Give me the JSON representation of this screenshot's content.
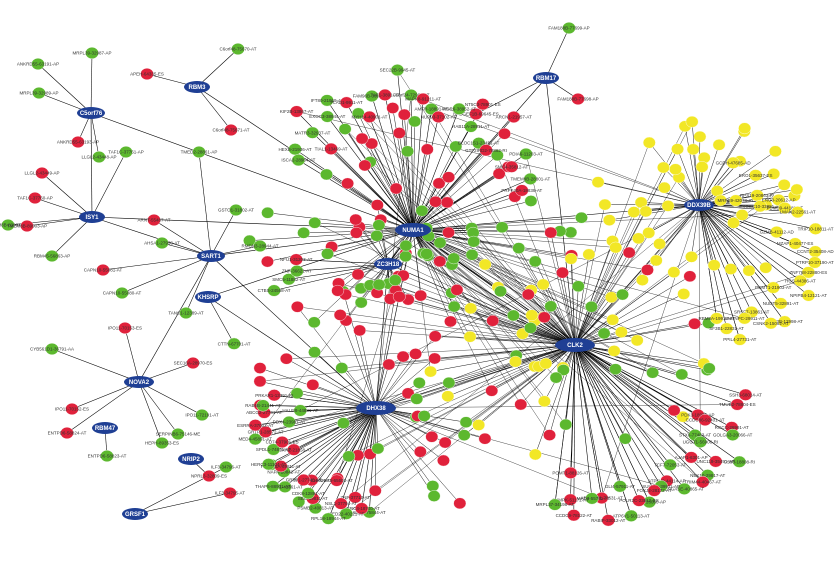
{
  "colors": {
    "hub": "#1f3f94",
    "green": "#5cb82e",
    "red": "#e0213b",
    "yellow": "#f2e726",
    "edge": "#000000",
    "background": "#ffffff"
  },
  "hubs": [
    {
      "id": "NUMA1",
      "label": "NUMA1"
    },
    {
      "id": "CLK2",
      "label": "CLK2"
    },
    {
      "id": "DHX38",
      "label": "DHX38"
    },
    {
      "id": "C5orf76",
      "label": "C5orf76"
    },
    {
      "id": "ISY1",
      "label": "ISY1"
    },
    {
      "id": "RBM3",
      "label": "RBM3"
    },
    {
      "id": "RBM17",
      "label": "RBM17"
    },
    {
      "id": "SART1",
      "label": "SART1"
    },
    {
      "id": "ZC3H18",
      "label": "ZC3H18"
    },
    {
      "id": "KHSRP",
      "label": "KHSRP"
    },
    {
      "id": "NOVA2",
      "label": "NOVA2"
    },
    {
      "id": "RBM47",
      "label": "RBM47"
    },
    {
      "id": "NRIP2",
      "label": "NRIP2"
    },
    {
      "id": "GRSF1",
      "label": "GRSF1"
    },
    {
      "id": "DDX39B",
      "label": "DDX39B"
    }
  ],
  "nodes": [
    {
      "label": "MRPL39-32987-AP",
      "color": "green",
      "hub": "C5orf76"
    },
    {
      "label": "ANKRD55-63191-AP",
      "color": "green",
      "hub": "C5orf76"
    },
    {
      "label": "MRPL39-32989-AP",
      "color": "green",
      "hub": "C5orf76"
    },
    {
      "label": "ANKRD55-63193-AP",
      "color": "red",
      "hub": "C5orf76"
    },
    {
      "label": "LLGL2-43448-AP",
      "color": "green",
      "hub": "C5orf76"
    },
    {
      "label": "TAF1C-37761-AP",
      "color": "green",
      "hub": "ISY1"
    },
    {
      "label": "TMEM8B-89904-AP",
      "color": "green",
      "hub": "ISY1"
    },
    {
      "label": "LLGL2-43449-AP",
      "color": "red",
      "hub": "ISY1"
    },
    {
      "label": "TAF1C-37760-AP",
      "color": "red",
      "hub": "ISY1"
    },
    {
      "label": "TMEM8B-89903-AP",
      "color": "red",
      "hub": "ISY1"
    },
    {
      "label": "RBM45-56863-AP",
      "color": "green",
      "hub": "ISY1"
    },
    {
      "label": "APEH-64335-ES",
      "color": "red",
      "hub": "RBM3"
    },
    {
      "label": "C6orf48-75670-AT",
      "color": "green",
      "hub": "RBM3"
    },
    {
      "label": "C6orf48-75671-AT",
      "color": "red",
      "hub": "RBM3"
    },
    {
      "label": "FAM188B-77699-AP",
      "color": "green",
      "hub": "RBM17"
    },
    {
      "label": "RASGEF1B-69645-ES",
      "color": "red",
      "hub": "RBM17"
    },
    {
      "label": "FAM188B-77698-AP",
      "color": "red",
      "hub": "RBM17"
    },
    {
      "label": "TMED2-28861-AP",
      "color": "green",
      "hub": "SART1"
    },
    {
      "label": "ARNT-55487-AT",
      "color": "red",
      "hub": "SART1"
    },
    {
      "label": "AHSA1-27958-AT",
      "color": "green",
      "hub": "SART1"
    },
    {
      "label": "CAPN10-55081-AT",
      "color": "red",
      "hub": "SART1"
    },
    {
      "label": "CAPN10-55080-AT",
      "color": "green",
      "hub": "SART1"
    },
    {
      "label": "TANC1-12389-AT",
      "color": "green",
      "hub": "SART1"
    },
    {
      "label": "GSTO1-31802-AT",
      "color": "green",
      "hub": "SART1"
    },
    {
      "label": "RMDN3-28944-AT",
      "color": "green",
      "hub": "SART1"
    },
    {
      "label": "CYB561D1-36791-AA",
      "color": "green",
      "hub": "NOVA2"
    },
    {
      "label": "IPO11-70153-ES",
      "color": "red",
      "hub": "NOVA2"
    },
    {
      "label": "SEC16A-28970-ES",
      "color": "red",
      "hub": "NOVA2"
    },
    {
      "label": "IPO11-70152-ES",
      "color": "red",
      "hub": "NOVA2"
    },
    {
      "label": "ENTPD6-58824-AT",
      "color": "red",
      "hub": "NOVA2"
    },
    {
      "label": "IPO11-72191-AT",
      "color": "green",
      "hub": "NOVA2"
    },
    {
      "label": "SERPINB6-75146-ME",
      "color": "green",
      "hub": "NOVA2"
    },
    {
      "label": "HEPH-89353-ES",
      "color": "green",
      "hub": "NOVA2"
    },
    {
      "label": "ENTPD6-58823-AT",
      "color": "green",
      "hub": "RBM47"
    },
    {
      "label": "NPRL3-32809-ES",
      "color": "red",
      "hub": "NRIP2"
    },
    {
      "label": "ILF3-34796-AT",
      "color": "green",
      "hub": "GRSF1"
    },
    {
      "label": "ILF3-34795-AT",
      "color": "red",
      "hub": "GRSF1"
    },
    {
      "label": "ISCA2-28964-AT",
      "color": "green",
      "hub": "NUMA1"
    },
    {
      "label": "HEXB-21936-AT",
      "color": "green",
      "hub": "NUMA1"
    },
    {
      "label": "TIAL1-13469-AT",
      "color": "red",
      "hub": "NUMA1"
    },
    {
      "label": "MATR3-32937-AT",
      "color": "green",
      "hub": "NUMA1"
    },
    {
      "label": "KIF2B-13867-AT",
      "color": "red",
      "hub": "NUMA1"
    },
    {
      "label": "EXOC3-38944-AT",
      "color": "green",
      "hub": "NUMA1"
    },
    {
      "label": "IFT80-21969-AT",
      "color": "green",
      "hub": "NUMA1"
    },
    {
      "label": "FLAD1-9911-AT",
      "color": "red",
      "hub": "NUMA1"
    },
    {
      "label": "MYH14-40901-AT",
      "color": "red",
      "hub": "NUMA1"
    },
    {
      "label": "FAM96B-36945-AT",
      "color": "green",
      "hub": "NUMA1"
    },
    {
      "label": "TAF1-3891-AT",
      "color": "red",
      "hub": "NUMA1"
    },
    {
      "label": "SEC22B-9945-AT",
      "color": "green",
      "hub": "NUMA1"
    },
    {
      "label": "C5orf24-72964-AT",
      "color": "green",
      "hub": "NUMA1"
    },
    {
      "label": "MAPK8-91211-AT",
      "color": "red",
      "hub": "NUMA1"
    },
    {
      "label": "AMFR-18891-AT",
      "color": "green",
      "hub": "NUMA1"
    },
    {
      "label": "NUP93-37102-AT",
      "color": "red",
      "hub": "NUMA1"
    },
    {
      "label": "WDR6-38952-AT",
      "color": "green",
      "hub": "NUMA1"
    },
    {
      "label": "NT5C3-78901-ES",
      "color": "red",
      "hub": "NUMA1"
    },
    {
      "label": "RAB11A-28911-AT",
      "color": "green",
      "hub": "NUMA1"
    },
    {
      "label": "ARCN1-21957-AT",
      "color": "red",
      "hub": "NUMA1"
    },
    {
      "label": "BLOC1S1-23451-AT",
      "color": "green",
      "hub": "NUMA1"
    },
    {
      "label": "GTF2IRD2-78862-RI",
      "color": "red",
      "hub": "NUMA1"
    },
    {
      "label": "PDIA6-11203-AT",
      "color": "green",
      "hub": "NUMA1"
    },
    {
      "label": "SMC4-35812-AT",
      "color": "red",
      "hub": "NUMA1"
    },
    {
      "label": "TMEM9B-28801-AT",
      "color": "green",
      "hub": "NUMA1"
    },
    {
      "label": "PRPF40A-18839-AT",
      "color": "red",
      "hub": "NUMA1"
    },
    {
      "label": "CTBS-24568-AT",
      "color": "green",
      "hub": "ZC3H18"
    },
    {
      "label": "SMC5-11882-AT",
      "color": "green",
      "hub": "ZC3H18"
    },
    {
      "label": "ZNF-36621-AT",
      "color": "green",
      "hub": "ZC3H18"
    },
    {
      "label": "NFU1-31203-AT",
      "color": "red",
      "hub": "ZC3H18"
    },
    {
      "label": "CTTN-67701-AT",
      "color": "green",
      "hub": "KHSRP"
    },
    {
      "label": "SSR1-75844-AT",
      "color": "green",
      "hub": "DHX38"
    },
    {
      "label": "HERC4-18740-AT",
      "color": "red",
      "hub": "DHX38"
    },
    {
      "label": "ZNF-37713-AT",
      "color": "red",
      "hub": "DHX38"
    },
    {
      "label": "MED22-40221-AT",
      "color": "green",
      "hub": "DHX38"
    },
    {
      "label": "NSL1-37794-AT",
      "color": "red",
      "hub": "DHX38"
    },
    {
      "label": "RPL18-18944-AT",
      "color": "green",
      "hub": "DHX38"
    },
    {
      "label": "UBA5-65503-AT",
      "color": "red",
      "hub": "DHX38"
    },
    {
      "label": "PSMB2-40813-AT",
      "color": "green",
      "hub": "DHX38"
    },
    {
      "label": "SEC-69811-AT",
      "color": "red",
      "hub": "DHX38"
    },
    {
      "label": "CDK8-12891-AT",
      "color": "green",
      "hub": "DHX38"
    },
    {
      "label": "TMOD3-31542-AT",
      "color": "red",
      "hub": "DHX38"
    },
    {
      "label": "GRTP1-27743-AT",
      "color": "red",
      "hub": "DHX38"
    },
    {
      "label": "RAD51-42861-AT",
      "color": "green",
      "hub": "DHX38"
    },
    {
      "label": "THAP5-88901-AT",
      "color": "green",
      "hub": "DHX38"
    },
    {
      "label": "NAPA-20842-AT",
      "color": "green",
      "hub": "DHX38"
    },
    {
      "label": "FAM135A-69811-AT",
      "color": "red",
      "hub": "DHX38"
    },
    {
      "label": "HERC3-11104-AT",
      "color": "green",
      "hub": "DHX38"
    },
    {
      "label": "CDKN2-21858-AT",
      "color": "red",
      "hub": "DHX38"
    },
    {
      "label": "SPDL1-74871-AT",
      "color": "green",
      "hub": "DHX38"
    },
    {
      "label": "CD74-37901-ES",
      "color": "red",
      "hub": "DHX38"
    },
    {
      "label": "MED4-45891-AT",
      "color": "green",
      "hub": "DHX38"
    },
    {
      "label": "GRTP1-28572-AT",
      "color": "red",
      "hub": "DHX38"
    },
    {
      "label": "ESRRA-37002-AT",
      "color": "red",
      "hub": "DHX38"
    },
    {
      "label": "DDX4-23981-AT",
      "color": "green",
      "hub": "DHX38"
    },
    {
      "label": "ABCG2-27701-AT",
      "color": "red",
      "hub": "DHX38"
    },
    {
      "label": "RAB5B-21441-AT",
      "color": "green",
      "hub": "DHX38"
    },
    {
      "label": "HAUS8-44881-AT",
      "color": "green",
      "hub": "DHX38"
    },
    {
      "label": "PRKAR1-13391-RI",
      "color": "red",
      "hub": "DHX38"
    },
    {
      "label": "SSH3-68014-AT",
      "color": "red",
      "hub": "CLK2"
    },
    {
      "label": "TMUB2-78804-ES",
      "color": "red",
      "hub": "CLK2"
    },
    {
      "label": "PDK3-18955-AP",
      "color": "red",
      "hub": "CLK2"
    },
    {
      "label": "CCDC86-92401-AT",
      "color": "red",
      "hub": "CLK2"
    },
    {
      "label": "RGCC-26991-AT",
      "color": "red",
      "hub": "CLK2"
    },
    {
      "label": "GOLGA3-20066-AT",
      "color": "green",
      "hub": "CLK2"
    },
    {
      "label": "STX6-77483-AT",
      "color": "green",
      "hub": "CLK2"
    },
    {
      "label": "UGGT1-56908-RI",
      "color": "green",
      "hub": "CLK2"
    },
    {
      "label": "CStf3-18808-RI",
      "color": "green",
      "hub": "CLK2"
    },
    {
      "label": "UNC119-35491-AP",
      "color": "red",
      "hub": "CLK2"
    },
    {
      "label": "AJAP1-6301-AP",
      "color": "red",
      "hub": "CLK2"
    },
    {
      "label": "NEK10-29817-AT",
      "color": "green",
      "hub": "CLK2"
    },
    {
      "label": "TRIM44-40467-AT",
      "color": "red",
      "hub": "CLK2"
    },
    {
      "label": "TCF7-72053-AT",
      "color": "green",
      "hub": "CLK2"
    },
    {
      "label": "ENGASE-40865-AT",
      "color": "green",
      "hub": "CLK2"
    },
    {
      "label": "ATP6V0-44114-AP",
      "color": "red",
      "hub": "CLK2"
    },
    {
      "label": "SULT1A-39911-AP",
      "color": "green",
      "hub": "CLK2"
    },
    {
      "label": "FOXJ2-28172-AT",
      "color": "red",
      "hub": "CLK2"
    },
    {
      "label": "ACP2-26660-AP",
      "color": "green",
      "hub": "CLK2"
    },
    {
      "label": "POLR2C-23812-ES",
      "color": "red",
      "hub": "CLK2"
    },
    {
      "label": "ATP6V1-50113-AT",
      "color": "green",
      "hub": "CLK2"
    },
    {
      "label": "GLI4-57911-AT",
      "color": "green",
      "hub": "CLK2"
    },
    {
      "label": "RABIF-33012-AT",
      "color": "red",
      "hub": "CLK2"
    },
    {
      "label": "ARHGAP1-77631-AT",
      "color": "red",
      "hub": "CLK2"
    },
    {
      "label": "SMAD3-55781-AT",
      "color": "green",
      "hub": "CLK2"
    },
    {
      "label": "CCDC9-78122-AT",
      "color": "red",
      "hub": "CLK2"
    },
    {
      "label": "SYMPK-51172-AT",
      "color": "red",
      "hub": "CLK2"
    },
    {
      "label": "MRPL37-34198-AT",
      "color": "green",
      "hub": "CLK2"
    },
    {
      "label": "POMT1-88126-AT",
      "color": "red",
      "hub": "CLK2"
    },
    {
      "label": "GCDH-47685-AD",
      "color": "yellow",
      "hub": "DDX39B"
    },
    {
      "label": "MRPS9-42078-AT",
      "color": "yellow",
      "hub": "DDX39B"
    },
    {
      "label": "ERO1-35637-ES",
      "color": "yellow",
      "hub": "DDX39B"
    },
    {
      "label": "RPS19-20863-RI",
      "color": "yellow",
      "hub": "DDX39B"
    },
    {
      "label": "EXOSC10-33881-AT",
      "color": "yellow",
      "hub": "DDX39B"
    },
    {
      "label": "ENO3-20612-AP",
      "color": "yellow",
      "hub": "DDX39B"
    },
    {
      "label": "PSMD9-44189-AT",
      "color": "yellow",
      "hub": "DDX39B"
    },
    {
      "label": "LMAN2-22561-AT",
      "color": "yellow",
      "hub": "DDX39B"
    },
    {
      "label": "GZMB-41112-AD",
      "color": "yellow",
      "hub": "DDX39B"
    },
    {
      "label": "TRIP10-18811-AT",
      "color": "yellow",
      "hub": "DDX39B"
    },
    {
      "label": "MZAP1-40477-ES",
      "color": "yellow",
      "hub": "DDX39B"
    },
    {
      "label": "CCNT2-35408-AD",
      "color": "yellow",
      "hub": "DDX39B"
    },
    {
      "label": "PTRP10-37190-AT",
      "color": "yellow",
      "hub": "DDX39B"
    },
    {
      "label": "ZNF768-22880-ES",
      "color": "yellow",
      "hub": "DDX39B"
    },
    {
      "label": "HGS-44386-AT",
      "color": "yellow",
      "hub": "DDX39B"
    },
    {
      "label": "NPIPB4-12121-AT",
      "color": "yellow",
      "hub": "DDX39B"
    },
    {
      "label": "PCMT1-21903-AT",
      "color": "yellow",
      "hub": "DDX39B"
    },
    {
      "label": "NUDT5-32891-AT",
      "color": "yellow",
      "hub": "DDX39B"
    },
    {
      "label": "SNRPB-12998-AT",
      "color": "yellow",
      "hub": "DDX39B"
    },
    {
      "label": "CSNK2-15092-AT",
      "color": "yellow",
      "hub": "DDX39B"
    },
    {
      "label": "SRSF7-13861-AT",
      "color": "yellow",
      "hub": "DDX39B"
    },
    {
      "label": "HNRNPC-29911-AT",
      "color": "yellow",
      "hub": "DDX39B"
    },
    {
      "label": "PPIL4-27731-AT",
      "color": "yellow",
      "hub": "DDX39B"
    },
    {
      "label": "SF3B1-22831-AT",
      "color": "yellow",
      "hub": "DDX39B"
    },
    {
      "label": "RBM8A-19912-AT",
      "color": "yellow",
      "hub": "DDX39B"
    }
  ]
}
